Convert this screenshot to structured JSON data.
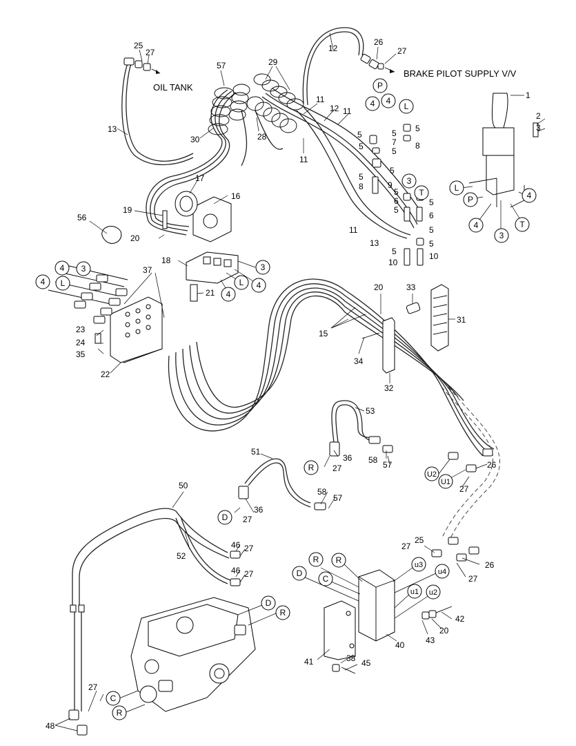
{
  "notes": {
    "oil_tank": "OIL TANK",
    "brake_supply": "BRAKE PILOT SUPPLY V/V"
  },
  "callouts": [
    "1",
    "2",
    "3",
    "5",
    "6",
    "7",
    "8",
    "9",
    "10",
    "11",
    "12",
    "13",
    "15",
    "16",
    "17",
    "18",
    "19",
    "20",
    "21",
    "22",
    "23",
    "24",
    "25",
    "26",
    "27",
    "28",
    "29",
    "30",
    "31",
    "32",
    "33",
    "34",
    "35",
    "36",
    "37",
    "38",
    "40",
    "41",
    "42",
    "43",
    "45",
    "46",
    "48",
    "50",
    "51",
    "52",
    "53",
    "56",
    "57",
    "58"
  ],
  "port_tags": [
    "P",
    "T",
    "1",
    "2",
    "3",
    "4",
    "L",
    "D",
    "R",
    "C",
    "U1",
    "U2",
    "u1",
    "u2",
    "u3",
    "u4"
  ]
}
